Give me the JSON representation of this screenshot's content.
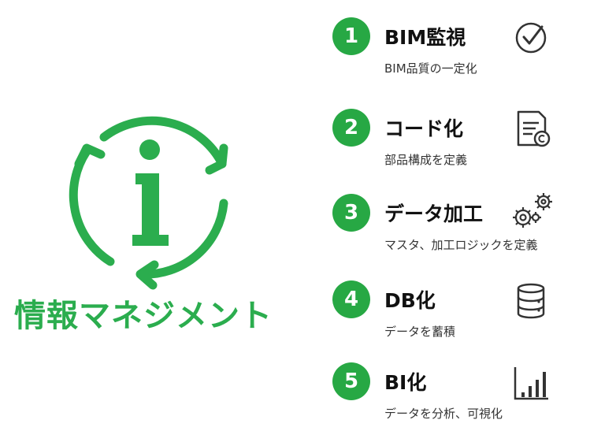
{
  "diagram": {
    "title": "情報マネジメント",
    "center_icon": "info-cycle-icon",
    "accent_color": "#2bad4e",
    "badge_color": "#27a844",
    "steps": [
      {
        "number": "1",
        "title": "BIM監視",
        "description": "BIM品質の一定化",
        "icon": "check-circle-icon"
      },
      {
        "number": "2",
        "title": "コード化",
        "description": "部品構成を定義",
        "icon": "document-code-icon"
      },
      {
        "number": "3",
        "title": "データ加工",
        "description": "マスタ、加工ロジックを定義",
        "icon": "gears-icon"
      },
      {
        "number": "4",
        "title": "DB化",
        "description": "データを蓄積",
        "icon": "database-icon"
      },
      {
        "number": "5",
        "title": "BI化",
        "description": "データを分析、可視化",
        "icon": "bar-chart-icon"
      }
    ]
  }
}
